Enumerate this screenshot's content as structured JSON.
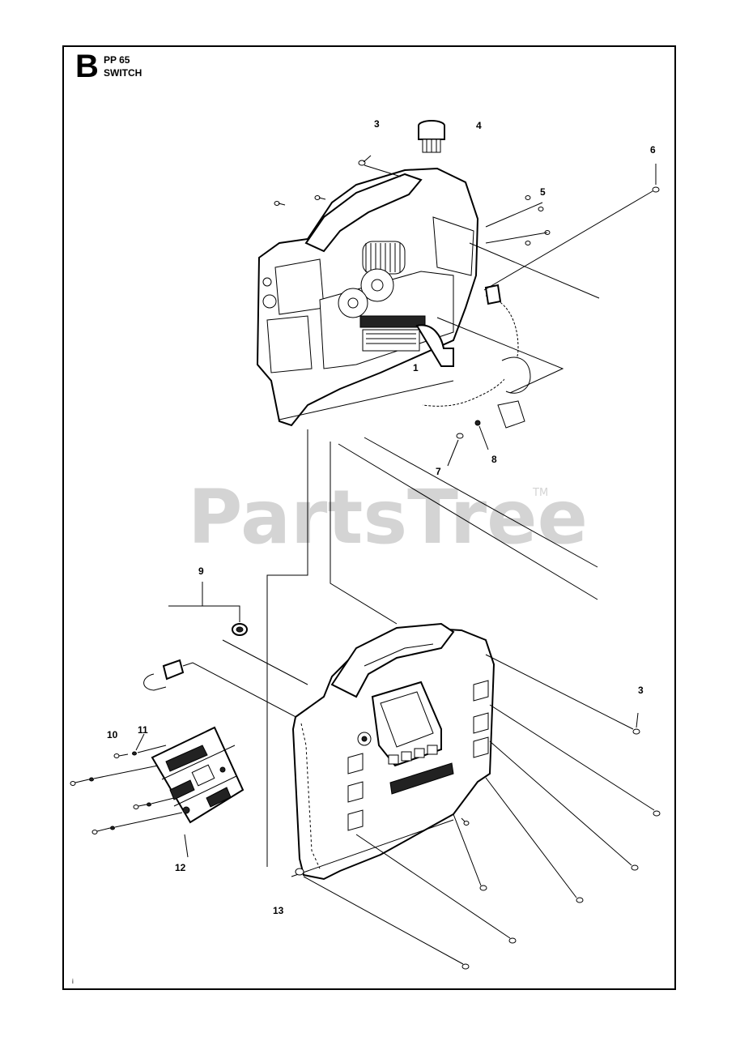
{
  "header": {
    "section_letter": "B",
    "model": "PP 65",
    "title": "SWITCH"
  },
  "watermark": {
    "text": "PartsTree",
    "trademark": "TM"
  },
  "callouts": [
    {
      "id": "c3a",
      "label": "3"
    },
    {
      "id": "c4",
      "label": "4"
    },
    {
      "id": "c6",
      "label": "6"
    },
    {
      "id": "c5",
      "label": "5"
    },
    {
      "id": "c1",
      "label": "1"
    },
    {
      "id": "c7",
      "label": "7"
    },
    {
      "id": "c8",
      "label": "8"
    },
    {
      "id": "c9",
      "label": "9"
    },
    {
      "id": "c3b",
      "label": "3"
    },
    {
      "id": "c10",
      "label": "10"
    },
    {
      "id": "c11",
      "label": "11"
    },
    {
      "id": "c12",
      "label": "12"
    },
    {
      "id": "c13",
      "label": "13"
    }
  ],
  "footer": {
    "mark": "i"
  },
  "colors": {
    "line": "#000000",
    "background": "#ffffff",
    "watermark": "#d4d4d4"
  }
}
